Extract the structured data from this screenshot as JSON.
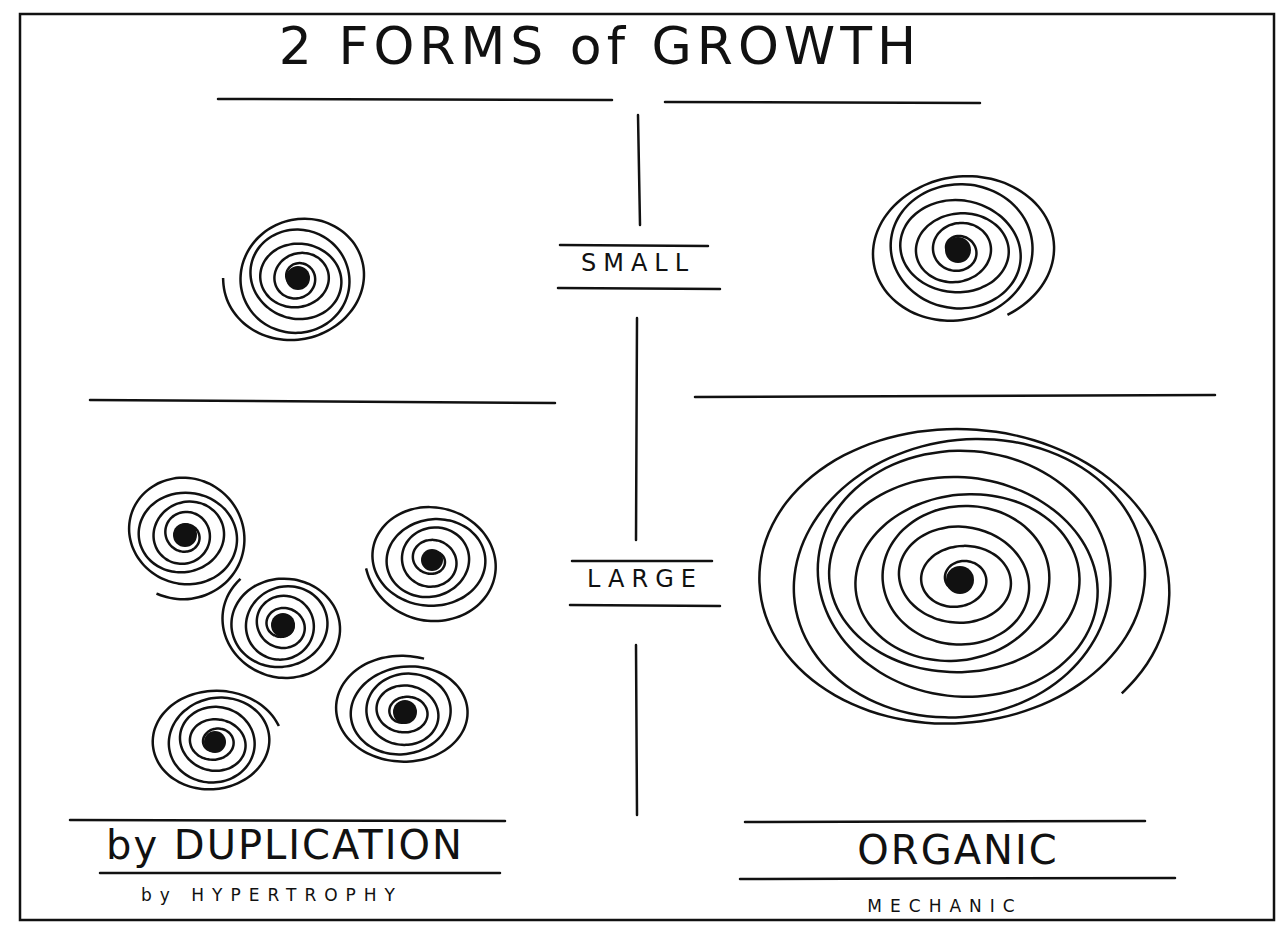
{
  "diagram": {
    "title": "2 FORMS of GROWTH",
    "labels": [
      "SMALL",
      "LARGE",
      "by DUPLICATION",
      "ORGANIC",
      "by HYPERTROPHY",
      "MECHANIC"
    ]
  }
}
